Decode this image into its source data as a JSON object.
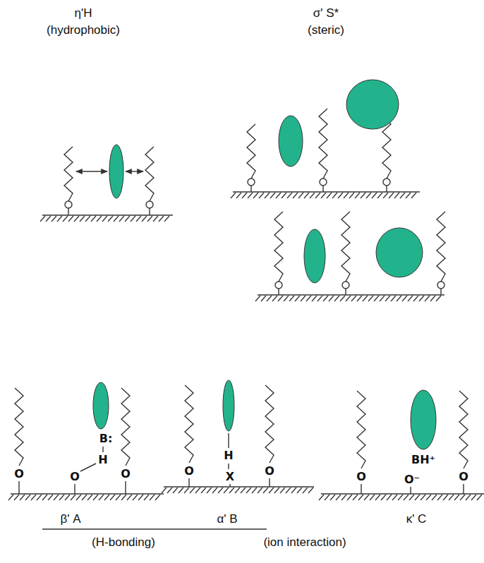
{
  "diagram": {
    "labels": [
      "η'H",
      "(hydrophobic)",
      "σ' S*",
      "(steric)",
      "B:",
      "H",
      "O",
      "O",
      "O",
      "O",
      "H",
      "X",
      "O",
      "BH⁺",
      "O",
      "O⁻",
      "O",
      "β' A",
      "α' B",
      "(H-bonding)",
      "κ' C",
      "(ion interaction)"
    ]
  }
}
